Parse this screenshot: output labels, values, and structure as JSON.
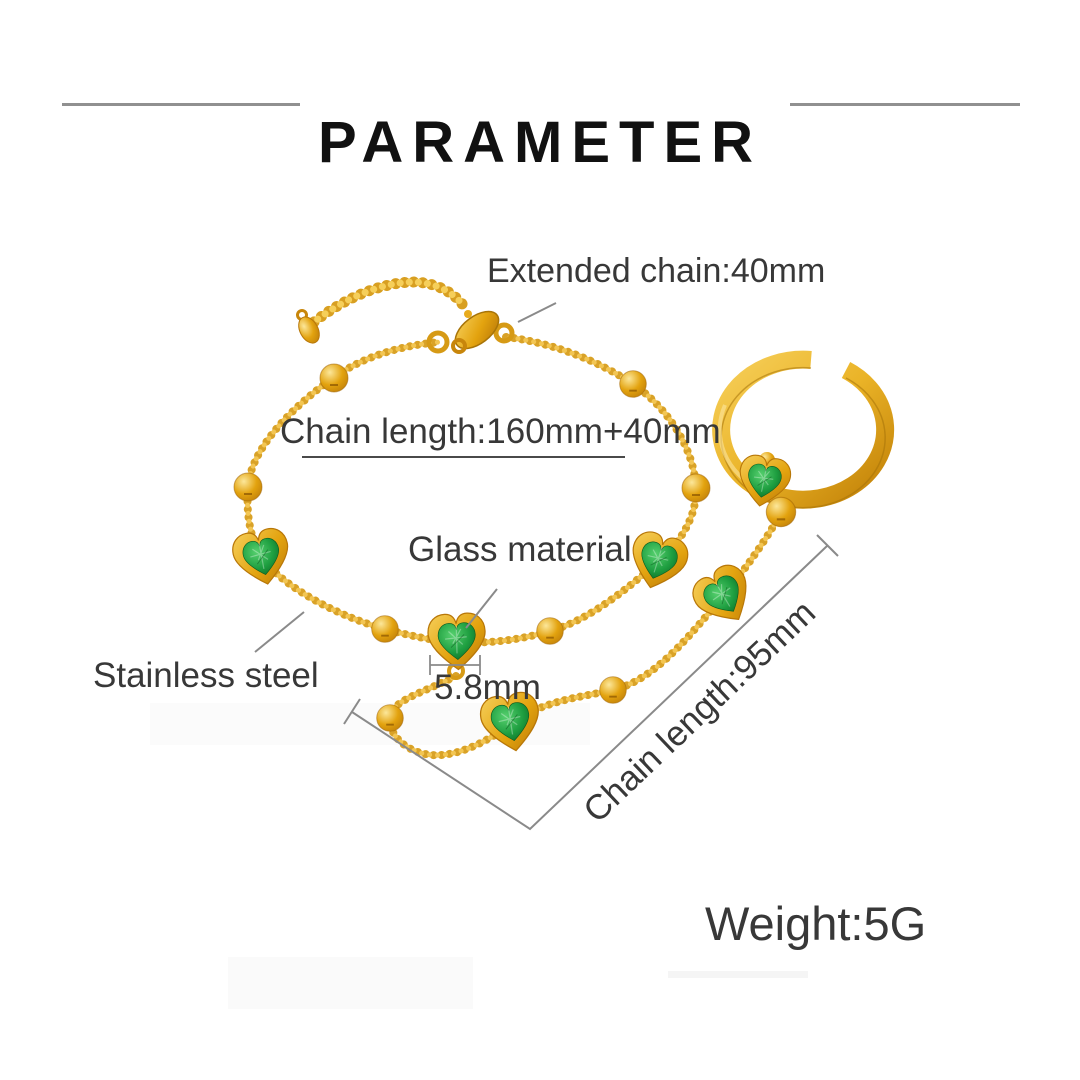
{
  "title": {
    "text": "PARAMETER"
  },
  "labels": {
    "extended_chain": "Extended chain:40mm",
    "chain_length_main": "Chain length:160mm+40mm",
    "glass_material": "Glass material",
    "stainless_steel": "Stainless steel",
    "heart_width": "5.8mm",
    "chain_length_connector": "Chain length:95mm",
    "weight": "Weight:5G"
  },
  "colors": {
    "background": "#ffffff",
    "title": "#111111",
    "text": "#383838",
    "rule": "#909090",
    "dimension_line": "#8a8a8a",
    "gold_light": "#f6cf5a",
    "gold_mid": "#e3a30f",
    "gold_dark": "#b87708",
    "gem_green_light": "#56d06e",
    "gem_green": "#1e9e40",
    "gem_green_dark": "#0b6423"
  }
}
